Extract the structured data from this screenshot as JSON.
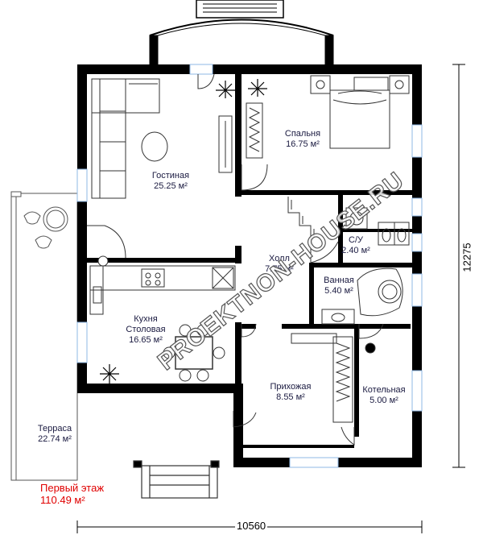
{
  "rooms": {
    "living": {
      "name": "Гостиная",
      "area": "25.25 м²"
    },
    "bedroom": {
      "name": "Спальня",
      "area": "16.75 м²"
    },
    "wc": {
      "name": "С/У",
      "area": "2.40 м²"
    },
    "hall": {
      "name": "Холл",
      "area": "7.75 м²"
    },
    "bathroom": {
      "name": "Ванная",
      "area": "5.40 м²"
    },
    "kitchen": {
      "name1": "Кухня",
      "name2": "Столовая",
      "area": "16.65 м²"
    },
    "entrance": {
      "name": "Прихожая",
      "area": "8.55 м²"
    },
    "boiler": {
      "name": "Котельная",
      "area": "5.00 м²"
    },
    "terrace": {
      "name": "Терраса",
      "area": "22.74 м²"
    }
  },
  "dimensions": {
    "width": "10560",
    "height": "12275"
  },
  "floor": {
    "title": "Первый этаж",
    "area": "110.49 м²"
  },
  "watermark": "PROEKTNON-HOUSE.RU",
  "colors": {
    "wall": "#000000",
    "label": "#1a1a40",
    "floor_title": "#e00000",
    "glass": "#8fb8e6"
  }
}
